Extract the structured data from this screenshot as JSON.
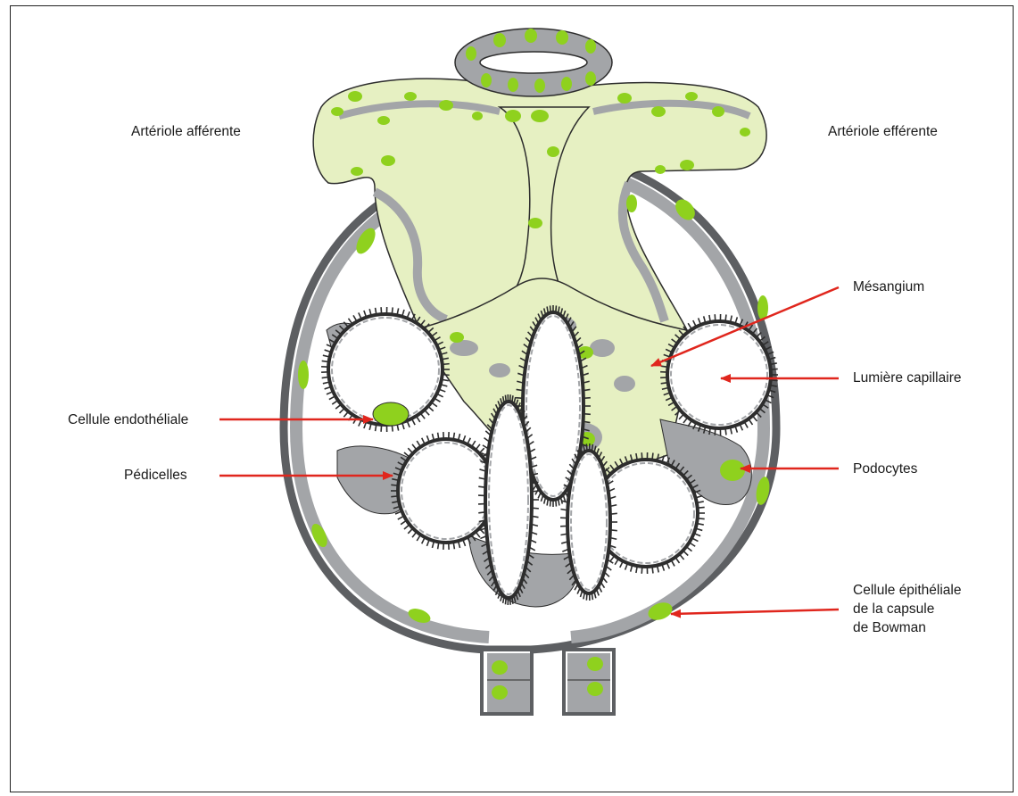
{
  "labels": {
    "afferent": "Artériole afférente",
    "efferent": "Artériole efférente",
    "mesangium": "Mésangium",
    "lumen": "Lumière capillaire",
    "endothelial": "Cellule endothéliale",
    "pedicels": "Pédicelles",
    "podocytes": "Podocytes",
    "bowman": [
      "Cellule épithéliale",
      "de la capsule",
      "de Bowman"
    ]
  },
  "colors": {
    "cell_green": "#8fd11e",
    "matrix_green": "#e6f0c2",
    "tissue_gray": "#a3a5a8",
    "capsule_dark": "#5d5f62",
    "outline": "#2d2d2d",
    "arrow_red": "#e0261d"
  }
}
